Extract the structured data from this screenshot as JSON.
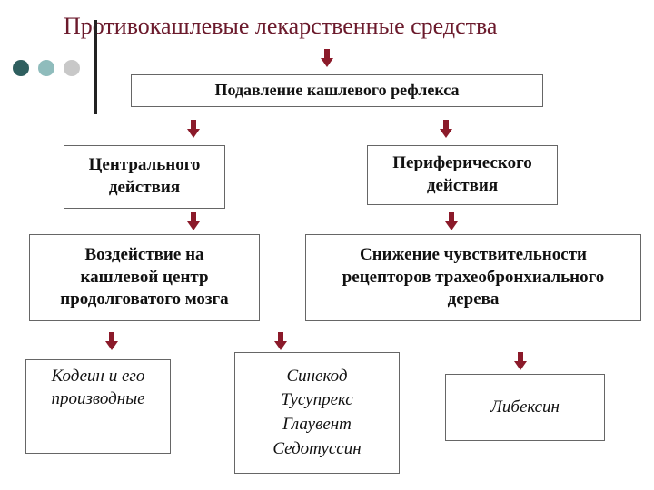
{
  "title": "Противокашлевые лекарственные средства",
  "colors": {
    "title": "#6b1a2c",
    "arrow": "#8b1a2a",
    "dot_dark": "#2f5f5f",
    "dot_mid": "#8fbcbc",
    "dot_light": "#c8c8c8"
  },
  "icons": [
    "down-arrow-icon",
    "bullet-dot-icon"
  ],
  "boxes": {
    "root": "Подавление кашлевого рефлекса",
    "central": [
      "Центрального",
      "действия"
    ],
    "peripheral": [
      "Периферического",
      "действия"
    ],
    "central_effect": [
      "Воздействие на",
      "кашлевой центр",
      "продолговатого мозга"
    ],
    "peripheral_effect": [
      "Снижение чувствительности",
      "рецепторов трахеобронхиального",
      "дерева"
    ],
    "codeine": [
      "Кодеин и его",
      "производные"
    ],
    "group2": [
      "Синекод",
      "Тусупрекс",
      "Глаувент",
      "Седотуссин"
    ],
    "libexin": "Либексин"
  }
}
